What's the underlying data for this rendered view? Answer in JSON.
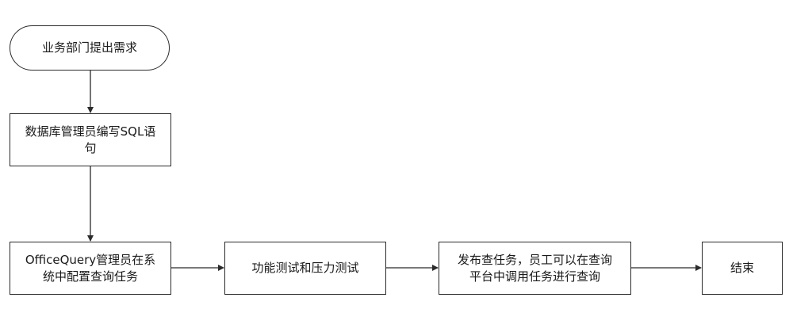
{
  "nodes": {
    "start": "业务部门提出需求",
    "sql_line1": "数据库管理员编写SQL语",
    "sql_line2": "句",
    "config_line1": "OfficeQuery管理员在系",
    "config_line2": "统中配置查询任务",
    "test": "功能测试和压力测试",
    "publish_line1": "发布查任务，员工可以在查询",
    "publish_line2": "平台中调用任务进行查询",
    "end": "结束"
  },
  "colors": {
    "stroke": "#2b2b2b",
    "background": "#ffffff"
  }
}
